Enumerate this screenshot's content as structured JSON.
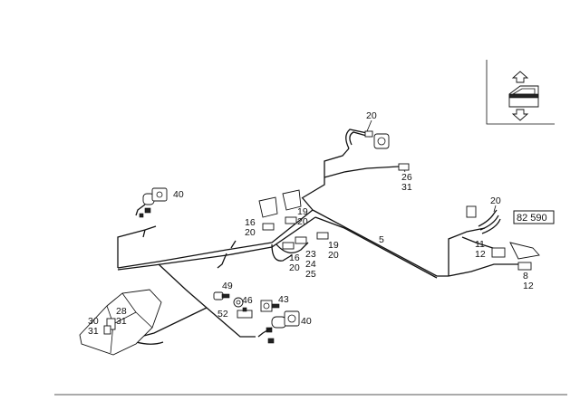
{
  "reference_number": "82 590",
  "labels": {
    "l20_top": "20",
    "l26": "26",
    "l31_top": "31",
    "l40_top": "40",
    "l16_a": "16",
    "l20_a": "20",
    "l19_a": "19",
    "l20_b": "20",
    "l16_b": "16",
    "l20_c": "20",
    "l23": "23",
    "l24": "24",
    "l25": "25",
    "l19_b": "19",
    "l20_d": "20",
    "l5": "5",
    "l20_right": "20",
    "l11": "11",
    "l12_a": "12",
    "l8": "8",
    "l12_b": "12",
    "l49": "49",
    "l46": "46",
    "l43": "43",
    "l52": "52",
    "l40_bottom": "40",
    "l28": "28",
    "l31_mid": "31",
    "l30": "30",
    "l31_left": "31"
  },
  "icons": {
    "view_indicator": "vehicle-view-indicator-icon"
  },
  "colors": {
    "line": "#111111",
    "background": "#ffffff"
  }
}
